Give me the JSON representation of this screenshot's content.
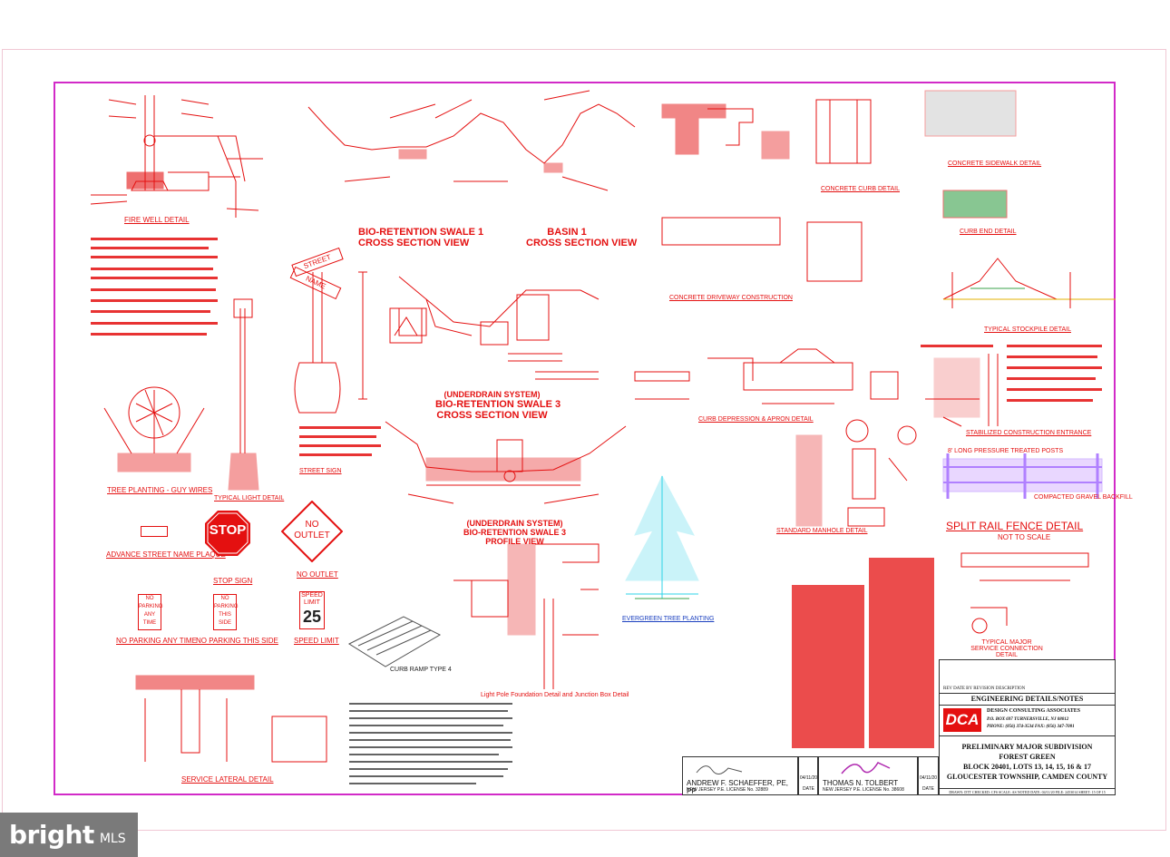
{
  "drawing": {
    "labels": {
      "fire_well": "FIRE WELL DETAIL",
      "bio_swale_1": "BIO-RETENTION SWALE 1",
      "bio_swale_1_sub": "CROSS SECTION VIEW",
      "basin_1": "BASIN 1",
      "basin_1_sub": "CROSS SECTION VIEW",
      "underdrain": "(UNDERDRAIN SYSTEM)",
      "bio_swale_3": "BIO-RETENTION SWALE 3",
      "bio_swale_3_sub": "CROSS SECTION VIEW",
      "underdrain_2": "(UNDERDRAIN SYSTEM)",
      "bio_swale_3b": "BIO-RETENTION SWALE 3",
      "profile_view": "PROFILE VIEW",
      "tree_planting": "TREE PLANTING - GUY WIRES",
      "light_detail": "TYPICAL LIGHT DETAIL",
      "street_sign": "STREET SIGN",
      "street": "STREET",
      "name": "NAME",
      "advance_plaque": "ADVANCE STREET NAME PLAQUE",
      "stop_sign": "STOP SIGN",
      "stop": "STOP",
      "no_outlet": "NO OUTLET",
      "no_outlet_sign_1": "NO",
      "no_outlet_sign_2": "OUTLET",
      "no_parking_any": "NO PARKING ANY TIME",
      "no_parking_side": "NO PARKING THIS SIDE",
      "speed_limit": "SPEED LIMIT",
      "speed_limit_sign": "SPEED LIMIT",
      "speed_value": "25",
      "sign_no_1": "NO",
      "sign_parking": "PARKING",
      "sign_any": "ANY",
      "sign_time": "TIME",
      "sign_no_2": "NO",
      "sign_parking_2": "PARKING",
      "sign_this": "THIS",
      "sign_side": "SIDE",
      "service_lateral": "SERVICE LATERAL DETAIL",
      "concrete_driveway": "CONCRETE DRIVEWAY CONSTRUCTION",
      "curb_depression": "CURB DEPRESSION & APRON DETAIL",
      "stabilized_entrance": "STABILIZED CONSTRUCTION ENTRANCE",
      "typical_stockpile": "TYPICAL STOCKPILE DETAIL",
      "concrete_curb": "CONCRETE CURB DETAIL",
      "concrete_sidewalk": "CONCRETE SIDEWALK DETAIL",
      "curb_end": "CURB END DETAIL",
      "split_rail": "SPLIT RAIL FENCE DETAIL",
      "not_to_scale": "NOT TO SCALE",
      "evergreen": "EVERGREEN TREE PLANTING",
      "standard_manhole": "STANDARD MANHOLE DETAIL",
      "typical_service": "TYPICAL MAJOR SERVICE CONNECTION DETAIL",
      "curb_ramp": "CURB RAMP TYPE 4",
      "light_pole": "Light Pole Foundation Detail and Junction Box Detail",
      "compacted_backfill": "COMPACTED GRAVEL BACKFILL",
      "long_rails": "8' LONG PRESSURE TREATED POSTS"
    },
    "title_block": {
      "rev_header": "REV  DATE   BY                REVISION DESCRIPTION",
      "sheet_title": "ENGINEERING DETAILS/NOTES",
      "company_logo": "DCA",
      "company_name": "DESIGN CONSULTING ASSOCIATES",
      "address": "P.O. BOX 697 TURNERSVILLE, NJ 08012",
      "phone": "PHONE: (856) 374-3534    FAX: (856) 347-7081",
      "project_1": "PRELIMINARY MAJOR SUBDIVISION",
      "project_2": "FOREST GREEN",
      "block_lots": "BLOCK 20401, LOTS 13, 14, 15, 16 & 17",
      "township": "GLOUCESTER TOWNSHIP, CAMDEN COUNTY",
      "footer": "DRAWN: DTT  CHECKED: CFS  SCALE: AS NOTED  DATE: 04/11/20  FILE: 2453014  SHEET: 15 OF 15"
    },
    "signatures": {
      "engineer_1": "ANDREW F. SCHAEFFER, PE, PP",
      "engineer_1_lic": "NEW JERSEY P.E. LICENSE No. 32889",
      "engineer_2": "THOMAS N. TOLBERT",
      "engineer_2_lic": "NEW JERSEY P.E. LICENSE No. 38608",
      "date_1": "04/11/20",
      "date_2": "04/11/20",
      "date_label": "DATE"
    }
  },
  "watermark": {
    "brand": "bright",
    "suffix": "MLS"
  },
  "colors": {
    "drawing_red": "#e41010",
    "frame_magenta": "#d22ac8",
    "tree_cyan": "#2fd3e8",
    "fence_purple": "#b080ff",
    "mls_bg": "#7a7a7a"
  }
}
